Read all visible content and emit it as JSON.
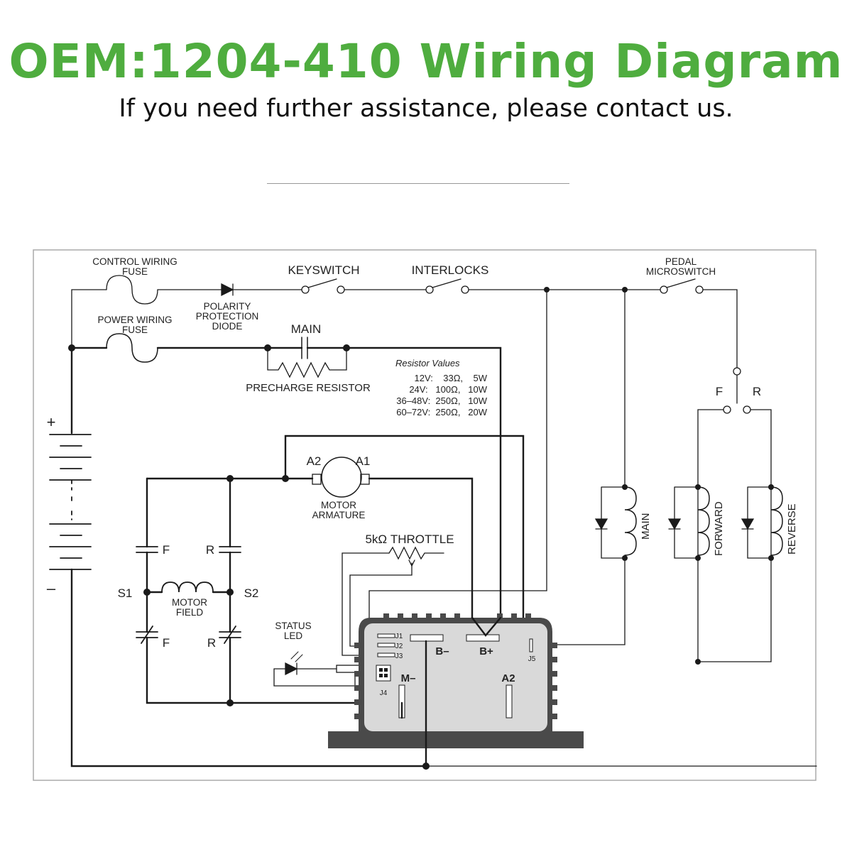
{
  "header": {
    "title": "OEM:1204-410 Wiring Diagram",
    "subtitle": "If you need further assistance, please contact us."
  },
  "diagram": {
    "labels": {
      "control_fuse_1": "CONTROL WIRING",
      "control_fuse_2": "FUSE",
      "power_fuse_1": "POWER WIRING",
      "power_fuse_2": "FUSE",
      "diode_1": "POLARITY",
      "diode_2": "PROTECTION",
      "diode_3": "DIODE",
      "keyswitch": "KEYSWITCH",
      "interlocks": "INTERLOCKS",
      "pedal_1": "PEDAL",
      "pedal_2": "MICROSWITCH",
      "main_contactor": "MAIN",
      "precharge": "PRECHARGE RESISTOR",
      "plus": "+",
      "minus": "–",
      "a2_top": "A2",
      "a1_top": "A1",
      "armature_1": "MOTOR",
      "armature_2": "ARMATURE",
      "throttle": "5kΩ THROTTLE",
      "f_top": "F",
      "r_top": "R",
      "s1": "S1",
      "s2": "S2",
      "field_1": "MOTOR",
      "field_2": "FIELD",
      "f_bottom": "F",
      "r_bottom": "R",
      "status_1": "STATUS",
      "status_2": "LED",
      "j1": "J1",
      "j2": "J2",
      "j3": "J3",
      "j4": "J4",
      "j5": "J5",
      "b_minus": "B–",
      "b_plus": "B+",
      "m_minus": "M–",
      "a2_ctrl": "A2",
      "pedal_f": "F",
      "pedal_r": "R",
      "coil_main": "MAIN",
      "coil_forward": "FORWARD",
      "coil_reverse": "REVERSE"
    },
    "resistor_table": {
      "title": "Resistor Values",
      "rows": [
        "12V:    33Ω,    5W",
        "24V:   100Ω,   10W",
        "36–48V:  250Ω,   10W",
        "60–72V:  250Ω,   20W"
      ]
    }
  },
  "colors": {
    "title_green": "#4fad3f",
    "line": "#1a1a1a",
    "controller_fill": "#d9d9d9"
  }
}
